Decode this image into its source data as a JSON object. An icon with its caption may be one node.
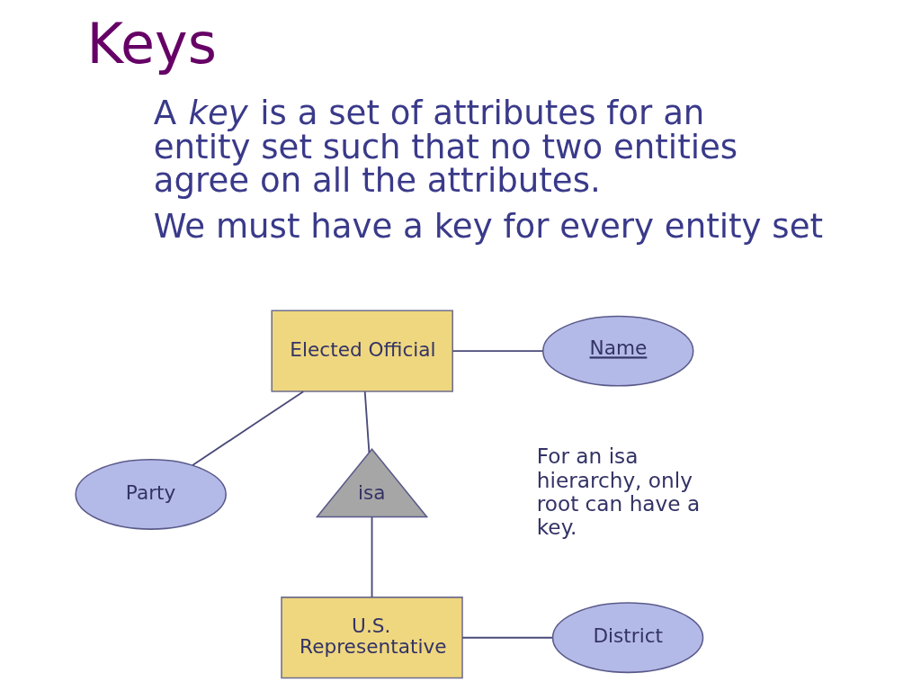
{
  "diagram": {
    "title": "Keys",
    "nodes": [
      {
        "text": [
          "Elected Official"
        ]
      },
      {
        "text": [
          "Name"
        ]
      },
      {
        "text": [
          "Party"
        ]
      },
      {
        "text": [
          "isa"
        ]
      },
      {
        "text": [
          "U.S. Representative"
        ]
      },
      {
        "text": [
          "District"
        ]
      }
    ],
    "edges": [
      {
        "from": 0,
        "to": 1,
        "arrow": "none"
      },
      {
        "from": 0,
        "to": 2,
        "arrow": "none"
      },
      {
        "from": 0,
        "to": 3,
        "arrow": "none"
      },
      {
        "from": 3,
        "to": 4,
        "arrow": "none"
      },
      {
        "from": 4,
        "to": 5,
        "arrow": "none"
      }
    ],
    "labels": [
      "A *key* is a set of attributes for an entity set such that no two entities agree on all the attributes.",
      "We must have a key for every entity set",
      "For an isa hierarchy, only root can have a key."
    ]
  }
}
